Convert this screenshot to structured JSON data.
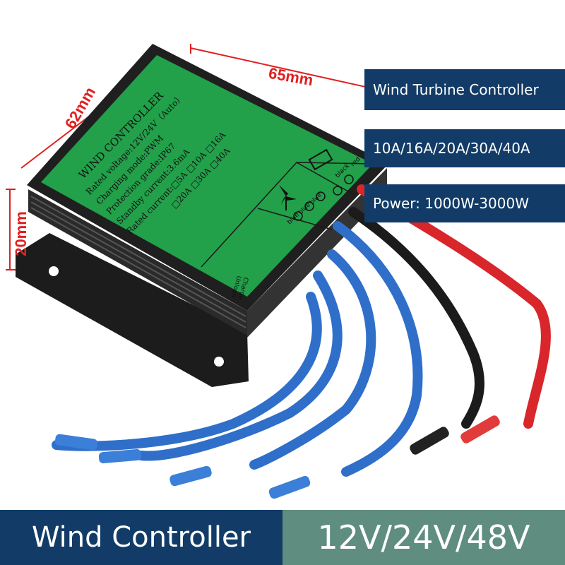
{
  "product": {
    "title_label": "Wind Turbine Controller",
    "current_options_label": "10A/16A/20A/30A/40A",
    "power_label": "Power: 1000W-3000W"
  },
  "dimensions": {
    "width_label": "65mm",
    "depth_label": "62mm",
    "height_label": "20mm"
  },
  "device_label": {
    "heading": "WIND CONTROLLER",
    "lines": [
      "Rated voltage:12V/24V（Auto）",
      "Charging mode:PWM",
      "Protection grade:IP67",
      "Standby current:3.6mA",
      "Rated current:□5A  □10A  □16A",
      "□20A  □30A  □40A"
    ],
    "terminal_labels": [
      "black",
      "red",
      "blue",
      "blue",
      "blue",
      "Charge",
      "Unload"
    ]
  },
  "banner": {
    "left_text": "Wind Controller",
    "right_text": "12V/24V/48V"
  },
  "colors": {
    "navy": "#123c67",
    "teal": "#5f8d80",
    "pcb_green": "#22a04a",
    "dimension_red": "#e02020",
    "wire_blue": "#2f6fc9",
    "wire_red": "#d8262b"
  }
}
